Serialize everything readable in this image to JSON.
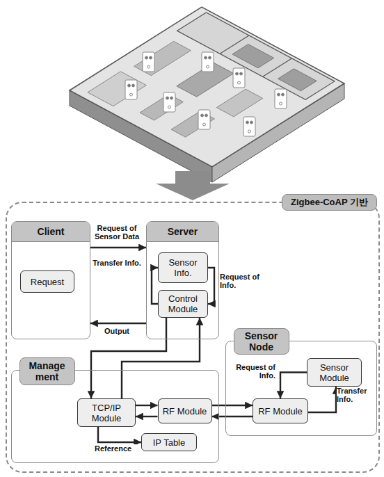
{
  "diagram": {
    "nodes": [
      {
        "text": [
          "Zigbee-CoAP 기반"
        ]
      },
      {
        "text": [
          "Client"
        ],
        "in": 0
      },
      {
        "text": [
          "Request"
        ],
        "in": 1
      },
      {
        "text": [
          "Server"
        ],
        "in": 0
      },
      {
        "text": [
          "Sensor Info."
        ],
        "in": 3
      },
      {
        "text": [
          "Control Module"
        ],
        "in": 3
      },
      {
        "text": [
          "Manage ment"
        ],
        "in": 0
      },
      {
        "text": [
          "TCP/IP Module"
        ],
        "in": 6
      },
      {
        "text": [
          "RF Module"
        ],
        "in": 6
      },
      {
        "text": [
          "IP Table"
        ],
        "in": 6
      },
      {
        "text": [
          "Sensor Node"
        ],
        "in": 0
      },
      {
        "text": [
          "Sensor Module"
        ],
        "in": 10
      },
      {
        "text": [
          "RF Module"
        ],
        "in": 10
      }
    ],
    "edges": [
      {
        "from": 1,
        "to": 3,
        "arrow": "to",
        "label": "Request of Sensor Data"
      },
      {
        "from": 5,
        "to": 4,
        "arrow": "to",
        "label": "Transfer Info."
      },
      {
        "from": 4,
        "to": 5,
        "arrow": "to",
        "label": "Request of Info."
      },
      {
        "from": 3,
        "to": 1,
        "arrow": "to",
        "label": "Output"
      },
      {
        "from": 5,
        "to": 7,
        "arrow": "to"
      },
      {
        "from": 7,
        "to": 5,
        "arrow": "to"
      },
      {
        "from": 7,
        "to": 8,
        "arrow": "to"
      },
      {
        "from": 8,
        "to": 7,
        "arrow": "to"
      },
      {
        "from": 8,
        "to": 12,
        "arrow": "to"
      },
      {
        "from": 12,
        "to": 8,
        "arrow": "to"
      },
      {
        "from": 7,
        "to": 9,
        "arrow": "to",
        "label": "Reference"
      },
      {
        "from": 11,
        "to": 12,
        "arrow": "to",
        "label": "Request of Info."
      },
      {
        "from": 12,
        "to": 11,
        "arrow": "to",
        "label": "Transfer Info."
      }
    ]
  }
}
